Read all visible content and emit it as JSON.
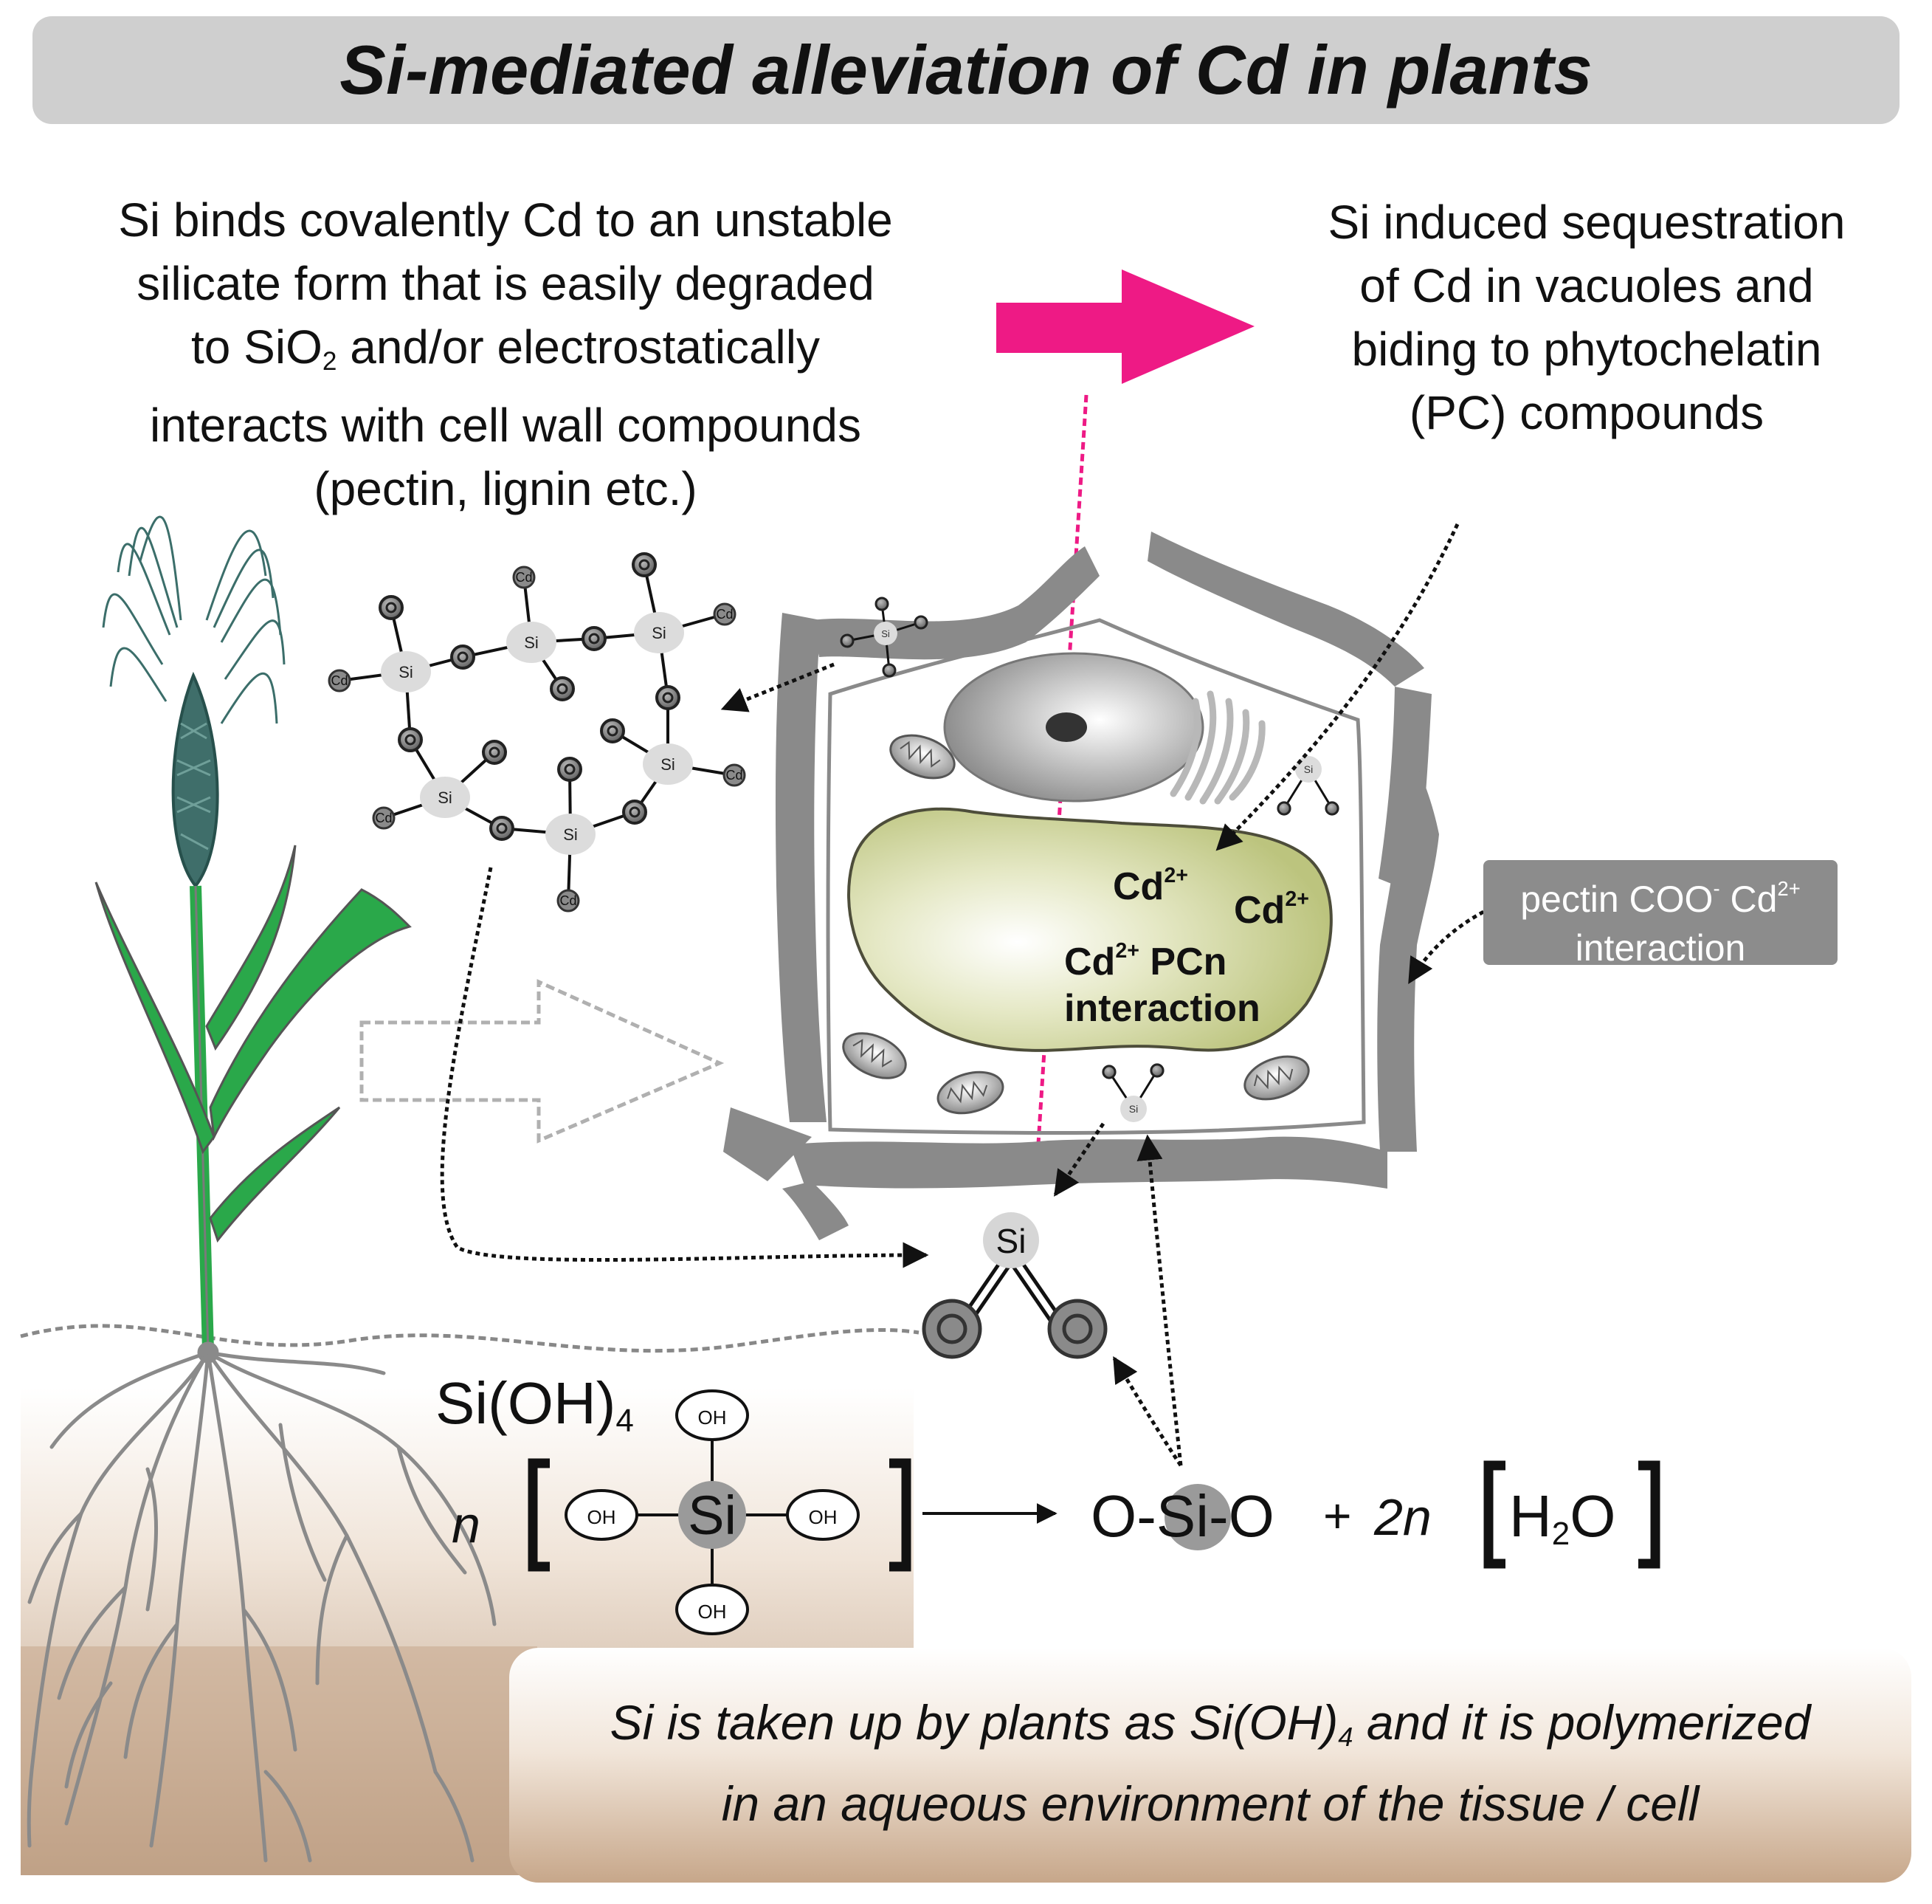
{
  "title": "Si-mediated alleviation of Cd in plants",
  "left_text": {
    "line1": "Si binds covalently Cd to an unstable",
    "line2": "silicate form that is easily degraded",
    "line3_pre": "to SiO",
    "line3_sub": "2",
    "line3_post": " and/or electrostatically",
    "line4": "interacts with cell wall compounds",
    "line5": "(pectin, lignin etc.)"
  },
  "right_text": {
    "line1": "Si induced sequestration",
    "line2": "of Cd in vacuoles and",
    "line3": "biding to phytochelatin",
    "line4": "(PC) compounds"
  },
  "vacuole": {
    "cd1": "Cd",
    "cd1_charge": "2+",
    "cd2": "Cd",
    "cd2_charge": "2+",
    "cd3": "Cd",
    "cd3_charge": "2+",
    "pcn": " PCn",
    "interaction": "interaction"
  },
  "pectin_label": {
    "pre": "pectin COO",
    "minus": "-",
    "cd": " Cd",
    "charge": "2+",
    "line2": "interaction"
  },
  "polymer_atoms": {
    "si": "Si",
    "cd": "Cd",
    "o": "O"
  },
  "silica_unit": {
    "si": "Si",
    "o": "O"
  },
  "reaction": {
    "monomer_pre": "Si(OH)",
    "monomer_sub": "4",
    "n": "n",
    "oh": "OH",
    "si": "Si",
    "product_o1": "O-",
    "product_si": "Si",
    "product_o2": "-O",
    "plus": "+",
    "two_n": "2n",
    "water_h": "H",
    "water_sub": "2",
    "water_o": "O"
  },
  "bottom_text": {
    "line1_pre": "Si is taken up by plants as Si(OH)",
    "line1_sub": "4",
    "line1_post": " and it is polymerized",
    "line2": "in an aqueous environment of the tissue / cell"
  },
  "colors": {
    "title_bg": "#cfcfcf",
    "magenta_arrow": "#ee1a85",
    "cell_wall": "#8a8a8a",
    "vacuole": "#c9cf93",
    "plant_green": "#2aa84a",
    "soil": "#b89a80"
  },
  "icons": [
    "magenta-right-arrow-icon",
    "hollow-right-arrow-icon",
    "plant-icon",
    "roots-icon",
    "mitochondrion-icon",
    "nucleus-icon",
    "golgi-icon"
  ]
}
